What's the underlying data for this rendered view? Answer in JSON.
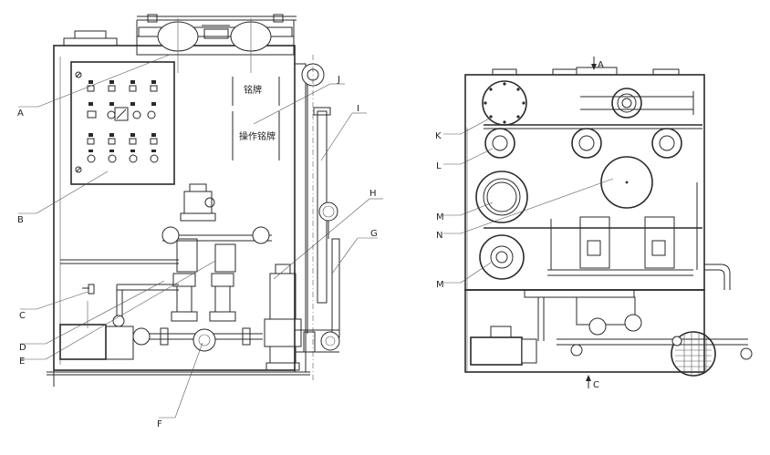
{
  "callouts": {
    "A": "A",
    "B": "B",
    "C": "C",
    "D": "D",
    "E": "E",
    "F": "F",
    "G": "G",
    "H": "H",
    "I": "I",
    "J": "J",
    "K": "K",
    "L": "L",
    "M1": "M",
    "M2": "M",
    "N": "N",
    "A_top": "A",
    "C_bottom": "C"
  },
  "plates": {
    "nameplate": "铭牌",
    "operation_nameplate": "操作铭牌"
  },
  "colors": {
    "line": "#2a2a2a",
    "background": "#ffffff"
  }
}
